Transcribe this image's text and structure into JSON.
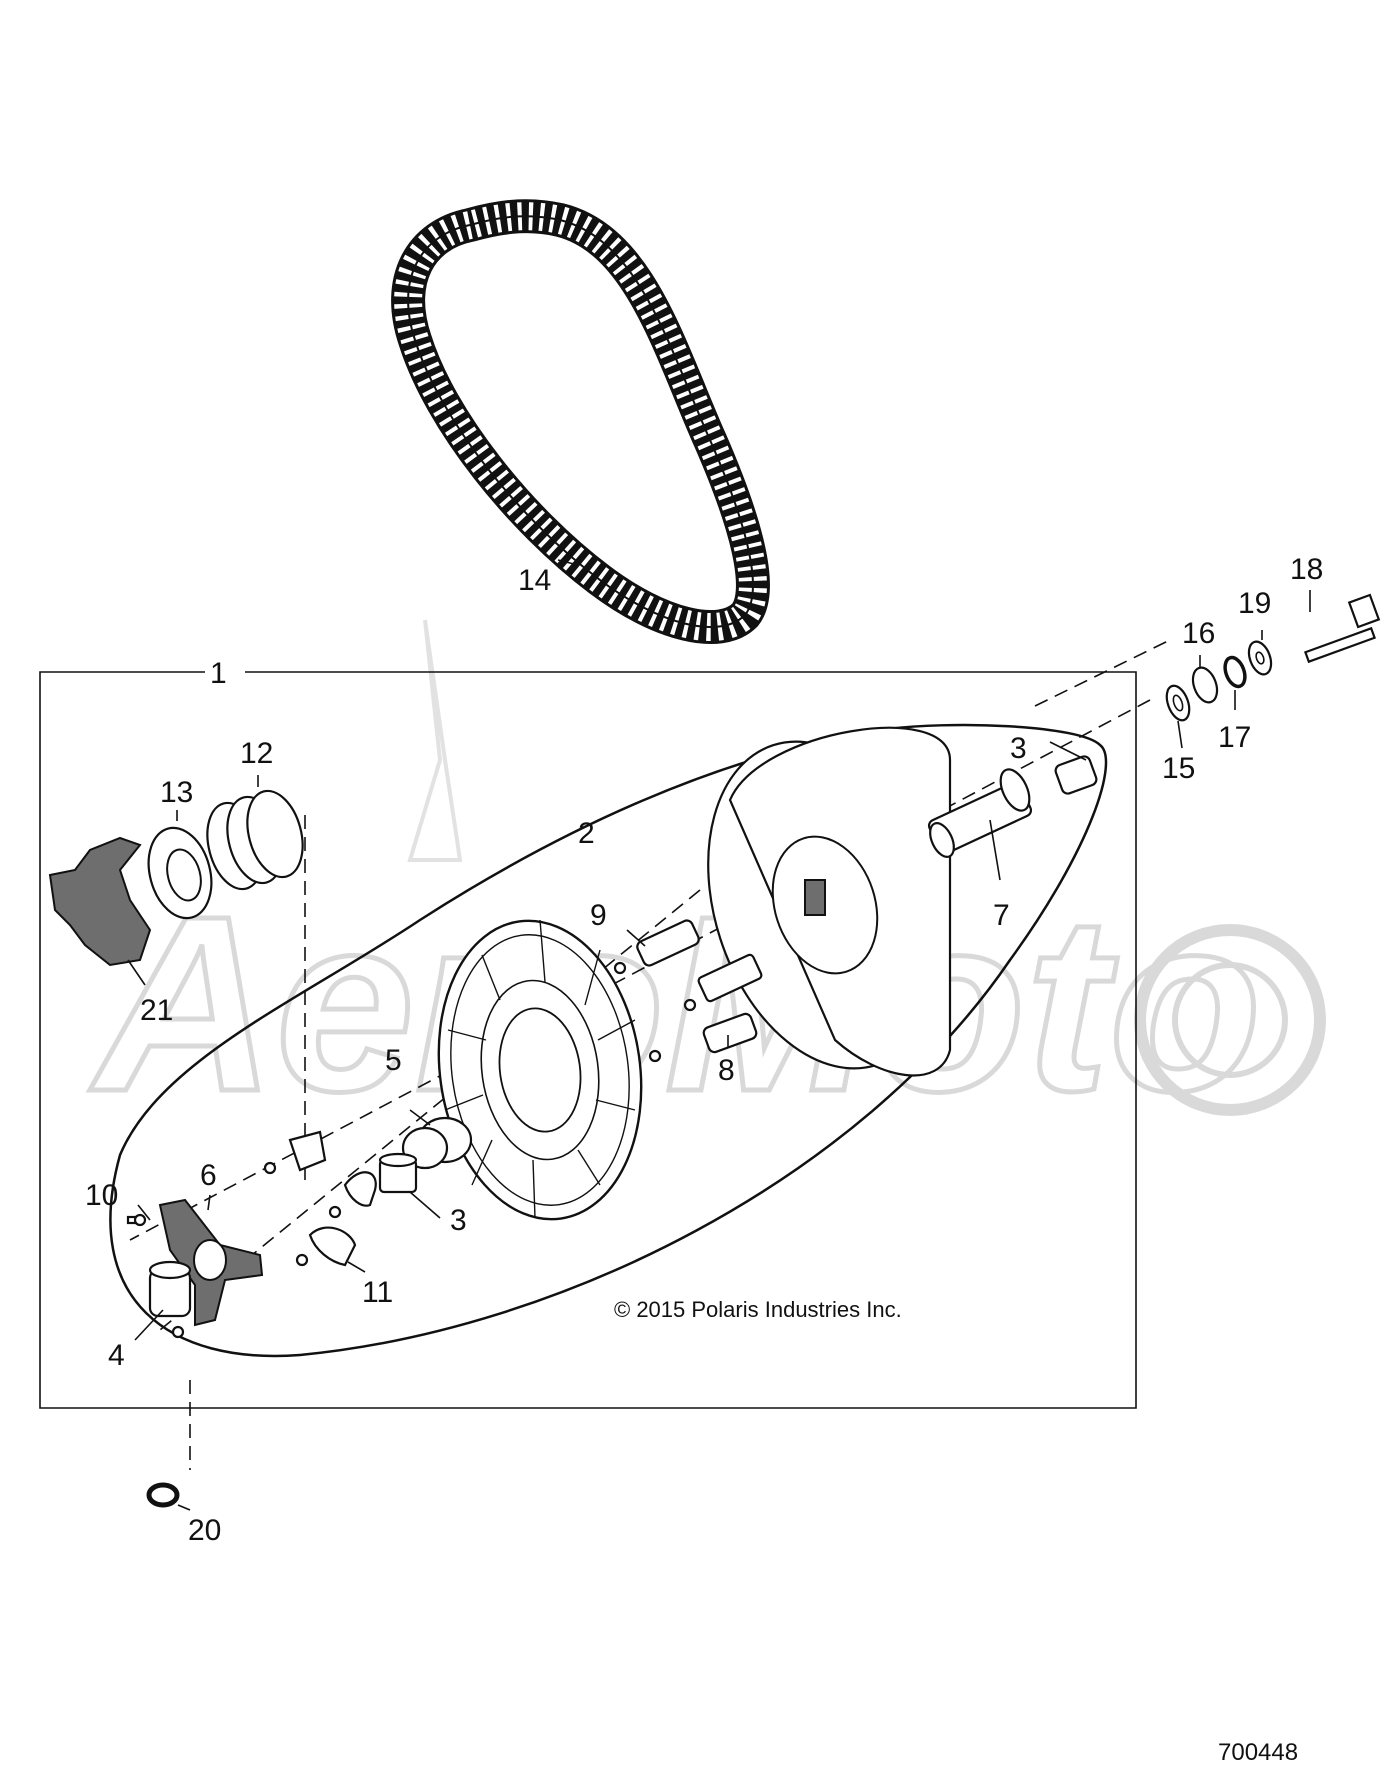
{
  "diagram": {
    "watermark": "AeroMoto",
    "copyright": "© 2015 Polaris Industries Inc.",
    "figure_number": "700448",
    "callouts": {
      "c1": "1",
      "c2": "2",
      "c3a": "3",
      "c3b": "3",
      "c4": "4",
      "c5": "5",
      "c6": "6",
      "c7": "7",
      "c8": "8",
      "c9": "9",
      "c10": "10",
      "c11": "11",
      "c12": "12",
      "c13": "13",
      "c14": "14",
      "c15": "15",
      "c16": "16",
      "c17": "17",
      "c18": "18",
      "c19": "19",
      "c20": "20",
      "c21": "21"
    }
  }
}
